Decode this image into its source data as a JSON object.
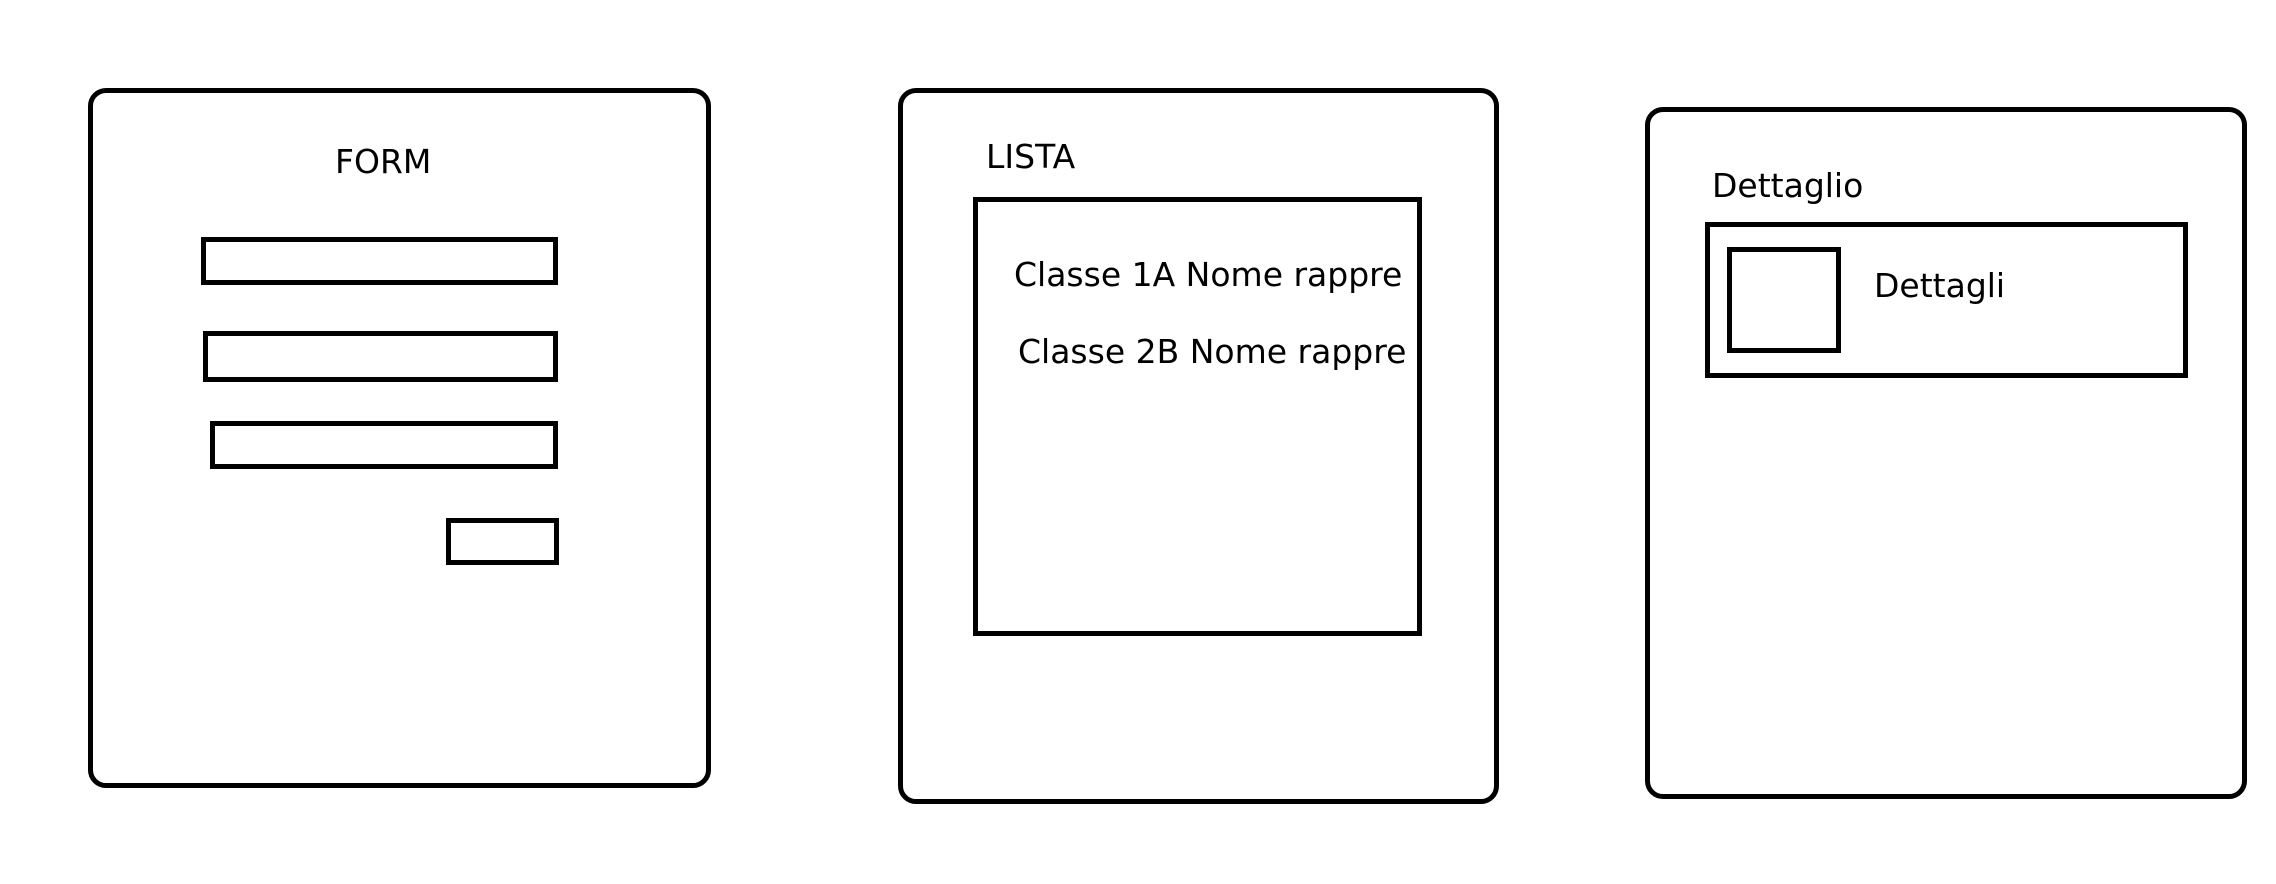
{
  "form": {
    "title": "FORM"
  },
  "list": {
    "title": "LISTA",
    "items": [
      "Classe 1A Nome rappre",
      "Classe 2B Nome rappre"
    ]
  },
  "detail": {
    "title": "Dettaglio",
    "card_text": "Dettagli"
  }
}
